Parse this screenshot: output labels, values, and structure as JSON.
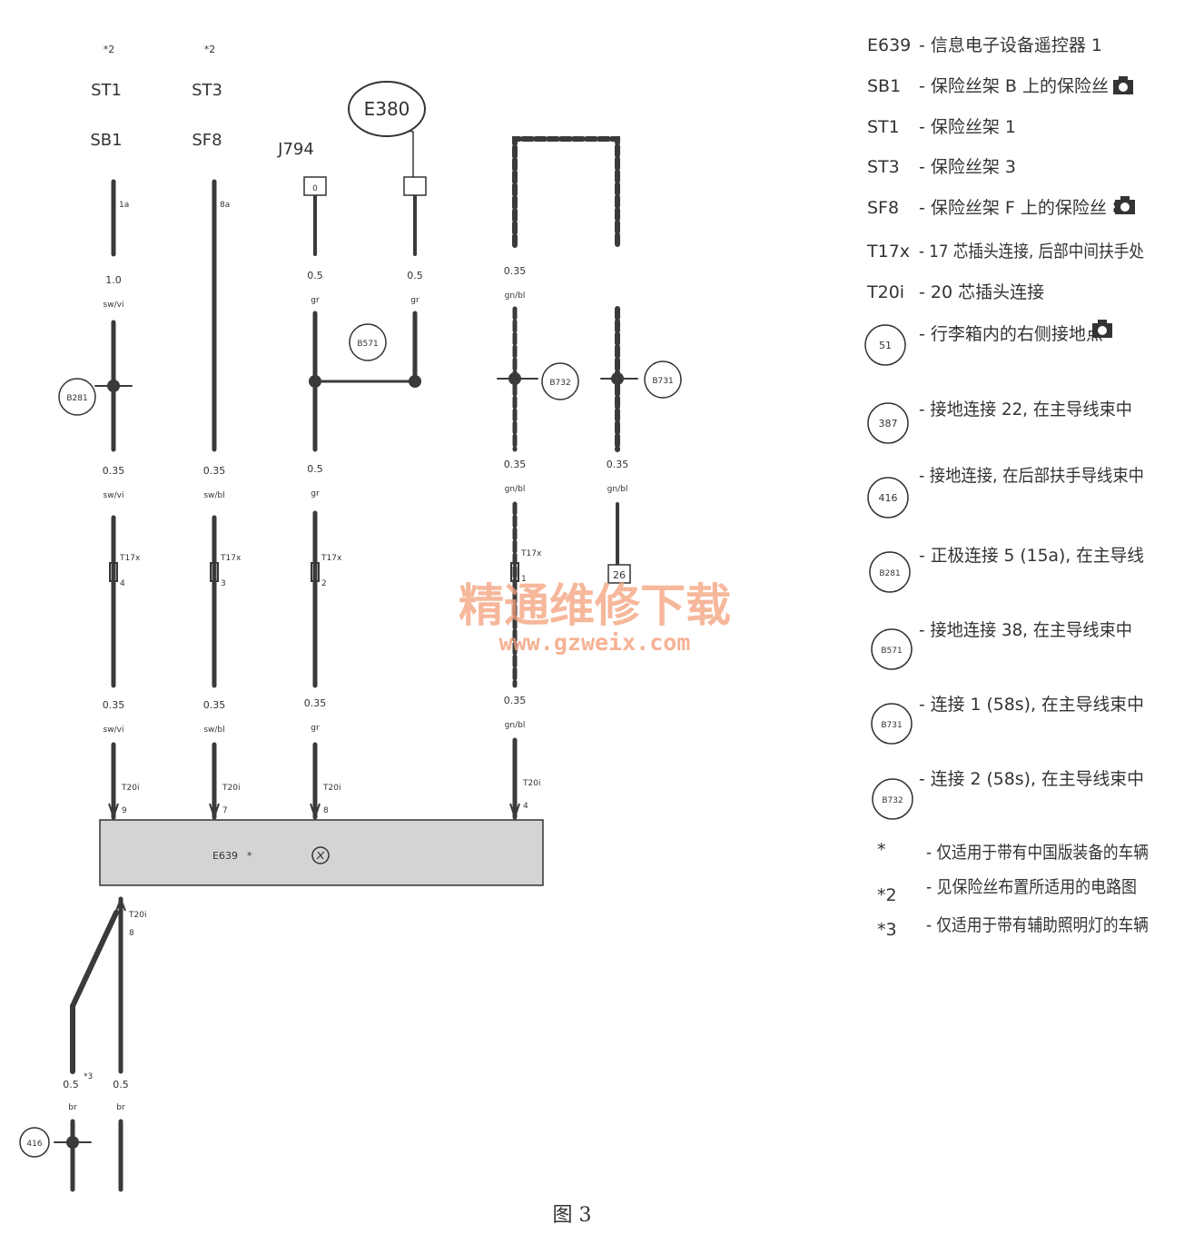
{
  "wires": [
    {
      "id": "w1",
      "codes": [
        "*2",
        "ST1",
        "SB1"
      ],
      "pin": "1a",
      "gauge1": "1.0",
      "color1": "sw/vi",
      "gauge2": "0.35",
      "color2": "sw/vi",
      "gauge3": "0.35",
      "color3": "sw/vi",
      "t17": [
        "T17x",
        "4"
      ],
      "t20": [
        "T20i",
        "9"
      ]
    },
    {
      "id": "w2",
      "codes": [
        "*2",
        "ST3",
        "SF8"
      ],
      "pin": "8a",
      "gauge2": "0.35",
      "color2": "sw/bl",
      "gauge3": "0.35",
      "color3": "sw/bl",
      "t17": [
        "T17x",
        "3"
      ],
      "t20": [
        "T20i",
        "7"
      ]
    },
    {
      "id": "w3",
      "codes": [
        "J794"
      ],
      "pin": "0",
      "gauge1": "0.5",
      "color1": "gr",
      "gauge2": "0.5",
      "color2": "gr",
      "gauge3": "0.35",
      "color3": "gr",
      "t17": [
        "T17x",
        "2"
      ],
      "t20": [
        "T20i",
        "8"
      ]
    },
    {
      "id": "w4",
      "codes": [
        "E380"
      ],
      "gauge1": "0.5",
      "color1": "gr"
    },
    {
      "id": "w5",
      "gauge1": "0.35",
      "color1": "gn/bl",
      "gauge2": "0.35",
      "color2": "gn/bl",
      "gauge3": "0.35",
      "color3": "gn/bl",
      "t17": [
        "T17x",
        "1"
      ],
      "t20": [
        "T20i",
        "4"
      ]
    },
    {
      "id": "w6",
      "gauge2": "0.35",
      "color2": "gn/bl",
      "pin": "26"
    }
  ],
  "nodes": {
    "b281": "B281",
    "b571": "B571",
    "b732": "B732",
    "b731": "B731",
    "n416": "416"
  },
  "component": {
    "label": "E639",
    "arrow": "*"
  },
  "bottom": {
    "t20": [
      "T20i",
      "8"
    ],
    "left_gauge": "0.5",
    "left_note": "*3",
    "left_color": "br",
    "right_gauge": "0.5",
    "right_color": "br"
  },
  "legend": [
    {
      "code": "E639",
      "text": "- 信息电子设备遥控器 1",
      "camera": false
    },
    {
      "code": "SB1",
      "text": "- 保险丝架 B 上的保险丝 1",
      "camera": true
    },
    {
      "code": "ST1",
      "text": "- 保险丝架 1",
      "camera": false
    },
    {
      "code": "ST3",
      "text": "- 保险丝架 3",
      "camera": false
    },
    {
      "code": "SF8",
      "text": "- 保险丝架 F 上的保险丝 8",
      "camera": true
    },
    {
      "code": "T17x",
      "text": "- 17 芯插头连接, 后部中间扶手处",
      "camera": false
    },
    {
      "code": "T20i",
      "text": "- 20 芯插头连接",
      "camera": false
    },
    {
      "code": "51",
      "text": "- 行李箱内的右侧接地点",
      "camera": true,
      "circle": true
    },
    {
      "code": "387",
      "text": "- 接地连接 22, 在主导线束中",
      "camera": false,
      "circle": true
    },
    {
      "code": "416",
      "text": "- 接地连接, 在后部扶手导线束中",
      "camera": false,
      "circle": true
    },
    {
      "code": "B281",
      "text": "- 正极连接 5 (15a), 在主导线",
      "camera": false,
      "circle": true
    },
    {
      "code": "B571",
      "text": "- 接地连接 38, 在主导线束中",
      "camera": false,
      "circle": true
    },
    {
      "code": "B731",
      "text": "- 连接 1 (58s), 在主导线束中",
      "camera": false,
      "circle": true
    },
    {
      "code": "B732",
      "text": "- 连接 2 (58s), 在主导线束中",
      "camera": false,
      "circle": true
    }
  ],
  "notes": [
    {
      "code": "*",
      "text": "- 仅适用于带有中国版装备的车辆"
    },
    {
      "code": "*2",
      "text": "- 见保险丝布置所适用的电路图"
    },
    {
      "code": "*3",
      "text": "- 仅适用于带有辅助照明灯的车辆"
    }
  ],
  "watermark": {
    "line1": "精通维修下载",
    "line2": "www.gzweix.com"
  },
  "caption": "图 3",
  "colors": {
    "wire": "#3a3a3a",
    "component_fill": "#d4d4d4",
    "watermark": "#f3a07a"
  }
}
